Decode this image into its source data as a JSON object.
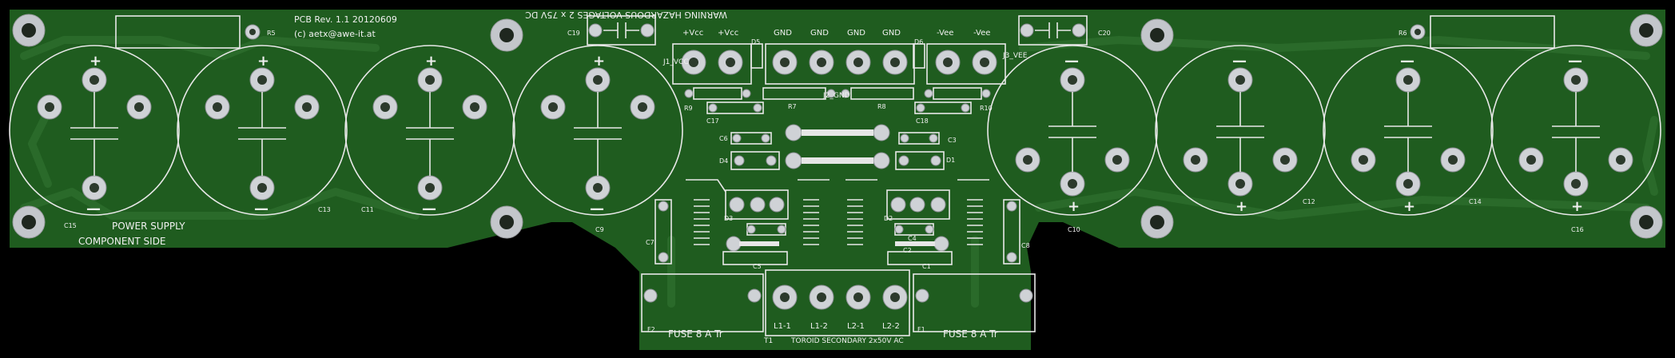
{
  "board": {
    "pcb_revision": "PCB Rev. 1.1 20120609",
    "author": "(c) aetx@awe-it.at",
    "side_label_1": "POWER SUPPLY",
    "side_label_2": "COMPONENT SIDE",
    "warning": "WARNING HAZARDOUS VOLTAGES 2 x 75V DC",
    "toroid": "TOROID SECONDARY 2x50V AC",
    "fuse_left": "FUSE 8 A Tr",
    "fuse_right": "FUSE 8 A Tr",
    "colors": {
      "board": "#1f5c1f",
      "copper_fill": "#246624",
      "silkscreen": "#e8e8e8",
      "pad": "#cfd2d6",
      "background": "#000000"
    }
  },
  "connectors": {
    "j1_label": "J1_VCC",
    "j2_label": "J2_GND",
    "j3_label": "J3_VEE",
    "vcc1": "+Vcc",
    "vcc2": "+Vcc",
    "gnd1": "GND",
    "gnd2": "GND",
    "gnd3": "GND",
    "gnd4": "GND",
    "vee1": "-Vee",
    "vee2": "-Vee",
    "t1_l11": "L1-1",
    "t1_l12": "L1-2",
    "t1_l21": "L2-1",
    "t1_l22": "L2-2",
    "t1": "T1"
  },
  "labels": {
    "c15": "C15",
    "c13": "C13",
    "c11": "C11",
    "c9": "C9",
    "c10": "C10",
    "c12": "C12",
    "c14": "C14",
    "c16": "C16",
    "c19": "C19",
    "c20": "C20",
    "c17": "C17",
    "c18": "C18",
    "c1": "C1",
    "c2": "C2",
    "c3": "C3",
    "c4": "C4",
    "c5": "C5",
    "c6": "C6",
    "c7": "C7",
    "c8": "C8",
    "r5": "R5",
    "r6": "R6",
    "r7": "R7",
    "r8": "R8",
    "r9": "R9",
    "r10": "R10",
    "d1": "D1",
    "d2": "D2",
    "d3": "D3",
    "d4": "D4",
    "d5": "D5",
    "d6": "D6",
    "f1": "F1",
    "f2": "F2",
    "plus": "+",
    "minus": "—"
  }
}
